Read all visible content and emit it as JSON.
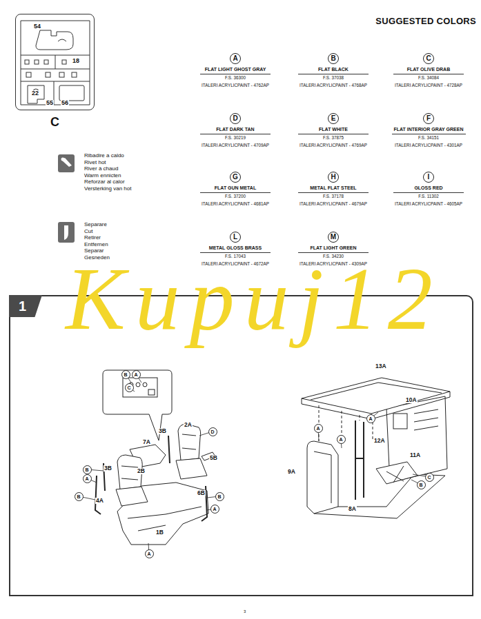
{
  "diagram": {
    "title": "SUGGESTED COLORS",
    "nodes": [
      {
        "text": [
          "C"
        ]
      },
      {
        "text": [
          "A",
          "FLAT LIGHT GHOST GRAY",
          "F.S. 36300",
          "ITALERI ACRYLICPAINT - 4762AP"
        ]
      },
      {
        "text": [
          "B",
          "FLAT BLACK",
          "F.S. 37038",
          "ITALERI ACRYLICPAINT - 4768AP"
        ]
      },
      {
        "text": [
          "C",
          "FLAT OLIVE DRAB",
          "F.S. 34084",
          "ITALERI ACRYLICPAINT - 4728AP"
        ]
      },
      {
        "text": [
          "D",
          "FLAT DARK TAN",
          "F.S. 30219",
          "ITALERI ACRYLICPAINT - 4709AP"
        ]
      },
      {
        "text": [
          "E",
          "FLAT WHITE",
          "F.S. 37875",
          "ITALERI ACRYLICPAINT - 4769AP"
        ]
      },
      {
        "text": [
          "F",
          "FLAT INTERIOR GRAY GREEN",
          "F.S. 34151",
          "ITALERI ACRYLICPAINT - 4301AP"
        ]
      },
      {
        "text": [
          "G",
          "FLAT GUN METAL",
          "F.S. 37200",
          "ITALERI ACRYLICPAINT - 4681AP"
        ]
      },
      {
        "text": [
          "H",
          "METAL FLAT STEEL",
          "F.S. 37178",
          "ITALERI ACRYLICPAINT - 4679AP"
        ]
      },
      {
        "text": [
          "I",
          "GLOSS RED",
          "F.S. 11302",
          "ITALERI ACRYLICPAINT - 4605AP"
        ]
      },
      {
        "text": [
          "L",
          "METAL GLOSS BRASS",
          "F.S. 17043",
          "ITALERI ACRYLICPAINT - 4672AP"
        ]
      },
      {
        "text": [
          "M",
          "FLAT LIGHT GREEN",
          "F.S. 34230",
          "ITALERI ACRYLICPAINT - 4309AP"
        ]
      },
      {
        "text": [
          "1"
        ]
      },
      {
        "text": [
          "B"
        ],
        "in": 12
      },
      {
        "text": [
          "A"
        ],
        "in": 12
      },
      {
        "text": [
          "C"
        ],
        "in": 12
      },
      {
        "text": [
          "A"
        ],
        "in": 12
      },
      {
        "text": [
          "A"
        ],
        "in": 12
      },
      {
        "text": [
          "D"
        ],
        "in": 12
      },
      {
        "text": [
          "A"
        ],
        "in": 12
      },
      {
        "text": [
          "B"
        ],
        "in": 12
      },
      {
        "text": [
          "A"
        ],
        "in": 12
      },
      {
        "text": [
          "C"
        ],
        "in": 12
      },
      {
        "text": [
          "B"
        ],
        "in": 12
      },
      {
        "text": [
          "B"
        ],
        "in": 12
      },
      {
        "text": [
          "B"
        ],
        "in": 12
      },
      {
        "text": [
          "A"
        ],
        "in": 12
      },
      {
        "text": [
          "A"
        ],
        "in": 12
      }
    ],
    "labels": [
      "54",
      "18",
      "22",
      "55",
      "56",
      "Kupuj12",
      "7A",
      "3B",
      "2A",
      "2B",
      "3B",
      "5B",
      "4A",
      "6B",
      "1B",
      "13A",
      "10A",
      "12A",
      "11A",
      "9A",
      "8A",
      "3"
    ],
    "legend": [
      {
        "text": "Ribadire a caldo"
      },
      {
        "text": "Rivet hot"
      },
      {
        "text": "River à chaud"
      },
      {
        "text": "Warm ennicten"
      },
      {
        "text": "Reforzar al calor"
      },
      {
        "text": "Versterking van hot"
      },
      {
        "text": "Separare"
      },
      {
        "text": "Cut"
      },
      {
        "text": "Retirer"
      },
      {
        "text": "Entfernen"
      },
      {
        "text": "Separar"
      },
      {
        "text": "Gesneden"
      }
    ]
  }
}
